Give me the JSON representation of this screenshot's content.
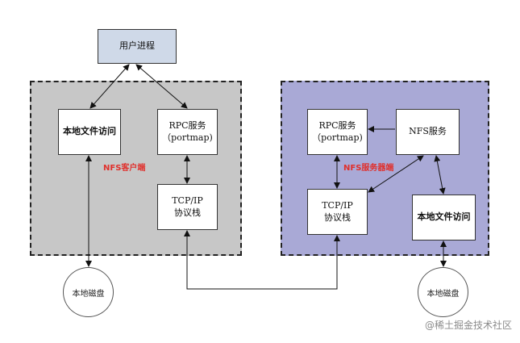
{
  "colors": {
    "client_region": "#c7c7c7",
    "server_region": "#a9a9d6",
    "user_process": "#cfd9e8",
    "highlight_label": "#e0302c"
  },
  "user_process": "用户进程",
  "client": {
    "label": "NFS客户端",
    "local_file_access": "本地文件访问",
    "rpc_line1": "RPC服务",
    "rpc_line2": "（portmap)",
    "tcp_line1": "TCP/IP",
    "tcp_line2": "协议栈",
    "disk": "本地磁盘"
  },
  "server": {
    "label": "NFS服务器端",
    "rpc_line1": "RPC服务",
    "rpc_line2": "（portmap)",
    "nfs_service": "NFS服务",
    "tcp_line1": "TCP/IP",
    "tcp_line2": "协议栈",
    "local_file_access": "本地文件访问",
    "disk": "本地磁盘"
  },
  "watermark": "@稀土掘金技术社区"
}
